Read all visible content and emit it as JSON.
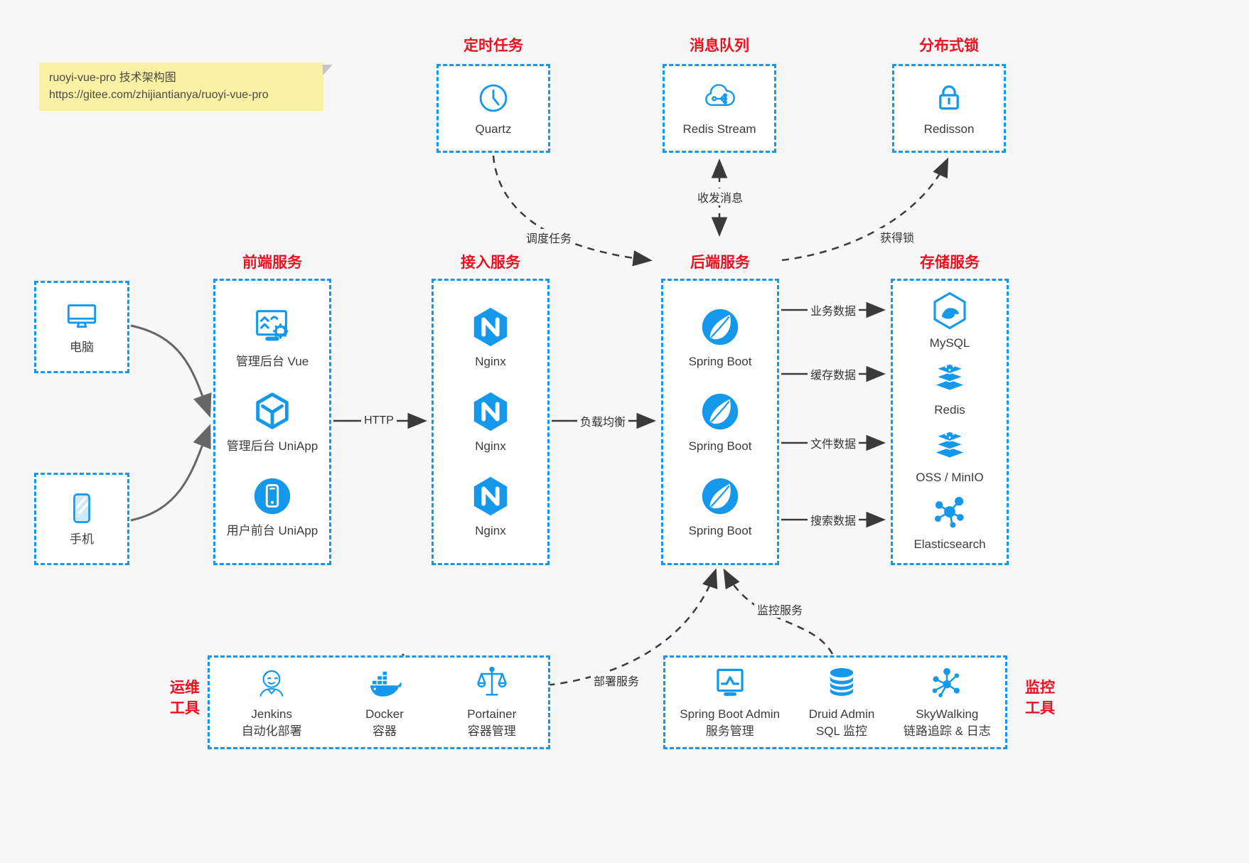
{
  "note": {
    "line1": "ruoyi-vue-pro 技术架构图",
    "line2": "https://gitee.com/zhijiantianya/ruoyi-vue-pro"
  },
  "titles": {
    "scheduled": "定时任务",
    "mq": "消息队列",
    "lock": "分布式锁",
    "frontend": "前端服务",
    "gateway": "接入服务",
    "backend": "后端服务",
    "storage": "存储服务"
  },
  "clients": {
    "pc": "电脑",
    "phone": "手机"
  },
  "scheduled_item": "Quartz",
  "mq_item": "Redis Stream",
  "lock_item": "Redisson",
  "frontend_items": [
    "管理后台 Vue",
    "管理后台 UniApp",
    "用户前台 UniApp"
  ],
  "gateway_items": [
    "Nginx",
    "Nginx",
    "Nginx"
  ],
  "backend_items": [
    "Spring Boot",
    "Spring Boot",
    "Spring Boot"
  ],
  "storage_items": [
    "MySQL",
    "Redis",
    "OSS / MinIO",
    "Elasticsearch"
  ],
  "ops": {
    "title": "运维\n工具",
    "items": [
      {
        "label": "Jenkins",
        "sub": "自动化部署"
      },
      {
        "label": "Docker",
        "sub": "容器"
      },
      {
        "label": "Portainer",
        "sub": "容器管理"
      }
    ]
  },
  "monitor": {
    "title": "监控\n工具",
    "items": [
      {
        "label": "Spring Boot Admin",
        "sub": "服务管理"
      },
      {
        "label": "Druid Admin",
        "sub": "SQL 监控"
      },
      {
        "label": "SkyWalking",
        "sub": "链路追踪 & 日志"
      }
    ]
  },
  "arrows": {
    "http": "HTTP",
    "lb": "负载均衡",
    "biz": "业务数据",
    "cache": "缓存数据",
    "file": "文件数据",
    "search": "搜索数据",
    "schedule": "调度任务",
    "message": "收发消息",
    "lock": "获得锁",
    "deploy": "部署服务",
    "monitor": "监控服务"
  },
  "colors": {
    "accent_blue": "#1398ec",
    "title_red": "#ed1020",
    "arrow_dark": "#3a3a3a",
    "arrow_gray": "#666666",
    "note_bg": "#faf1a4"
  }
}
